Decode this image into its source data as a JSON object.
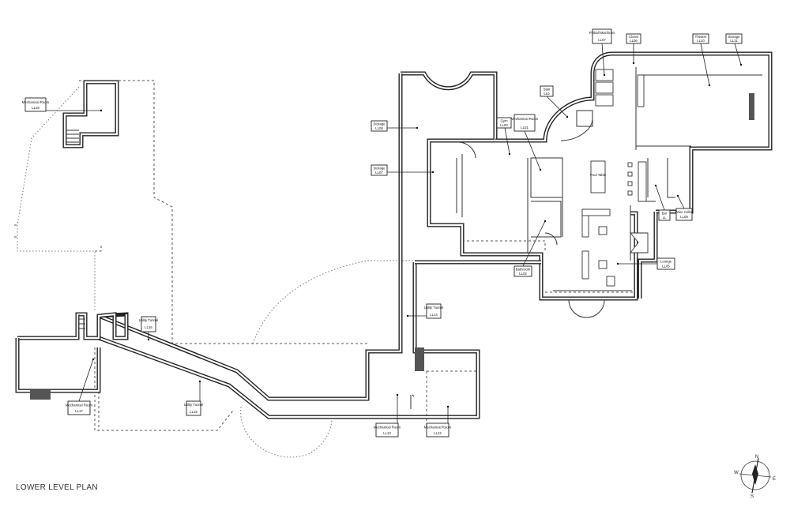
{
  "plan_title": "LOWER LEVEL PLAN",
  "rooms": {
    "mech_ll18": {
      "name": "Mechanical Room",
      "code": "LL18"
    },
    "storage_upper": {
      "name": "Storage",
      "code": "LL08"
    },
    "storage_lower": {
      "name": "Storage",
      "code": "LL07"
    },
    "gym": {
      "name": "Gym",
      "code": "LL03"
    },
    "mech_ll01": {
      "name": "Mechanical Room",
      "code": "LL01"
    },
    "stair": {
      "name": "Stair",
      "code": "LL0"
    },
    "pinball": {
      "name": "Pinball Machines",
      "code": "LL07"
    },
    "closet": {
      "name": "Closet",
      "code": "LL06"
    },
    "theater": {
      "name": "Theater",
      "code": "LL10"
    },
    "storage_ll11": {
      "name": "Storage",
      "code": "LL11"
    },
    "pool_table": {
      "name": "Pool Table"
    },
    "bar": {
      "name": "Bar",
      "code": "LL"
    },
    "wine_cellar": {
      "name": "Wine Cellar",
      "code": "LL09"
    },
    "lounge": {
      "name": "Lounge",
      "code": "LL05"
    },
    "bathroom": {
      "name": "Bathroom",
      "code": "LL02"
    },
    "utility_ll14": {
      "name": "Utility Tunnel",
      "code": "LL14"
    },
    "utility_ll16": {
      "name": "Utility Tunnel",
      "code": "LL16"
    },
    "utility_ll15": {
      "name": "Utility Tunnel",
      "code": "LL15"
    },
    "mech_ll17": {
      "name": "Mechanical Room",
      "code": "LL17"
    },
    "mech_ll13": {
      "name": "Mechanical Room",
      "code": "LL13"
    },
    "mech_ll12": {
      "name": "Mechanical Room",
      "code": "LL12"
    }
  },
  "compass": {
    "n": "N",
    "s": "S",
    "e": "E",
    "w": "W"
  }
}
